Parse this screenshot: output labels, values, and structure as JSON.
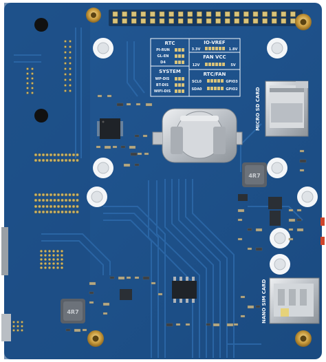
{
  "image": {
    "description_free": true
  },
  "silkscreen": {
    "rtc": {
      "title": "RTC",
      "rows": [
        "PI-RUN",
        "GL-EN",
        "D4"
      ]
    },
    "system": {
      "title": "SYSTEM",
      "rows": [
        "WP-DIS",
        "BT-DIS",
        "WIFI-DIS"
      ]
    },
    "io_vref": {
      "title": "IO-VREF",
      "left": "3.3V",
      "right": "1.8V"
    },
    "fan_vcc": {
      "title": "FAN VCC",
      "left": "12V",
      "right": "5V"
    },
    "rtc_fan": {
      "title": "RTC/FAN",
      "row1_left": "SCL0",
      "row1_right": "GPIO3",
      "row2_left": "SDA0",
      "row2_right": "GPIO2"
    },
    "micro_sd": "MICRO SD CARD",
    "nano_sim": "NANO SIM CARD",
    "inductor_1": "4R7",
    "inductor_2": "4R7"
  },
  "colors": {
    "board": "#1f4f86",
    "board_dark": "#173f6e",
    "trace": "#2a64a3",
    "silk": "#f2f6fa",
    "gold": "#c9a04a",
    "metal": "#c9cdd2"
  }
}
